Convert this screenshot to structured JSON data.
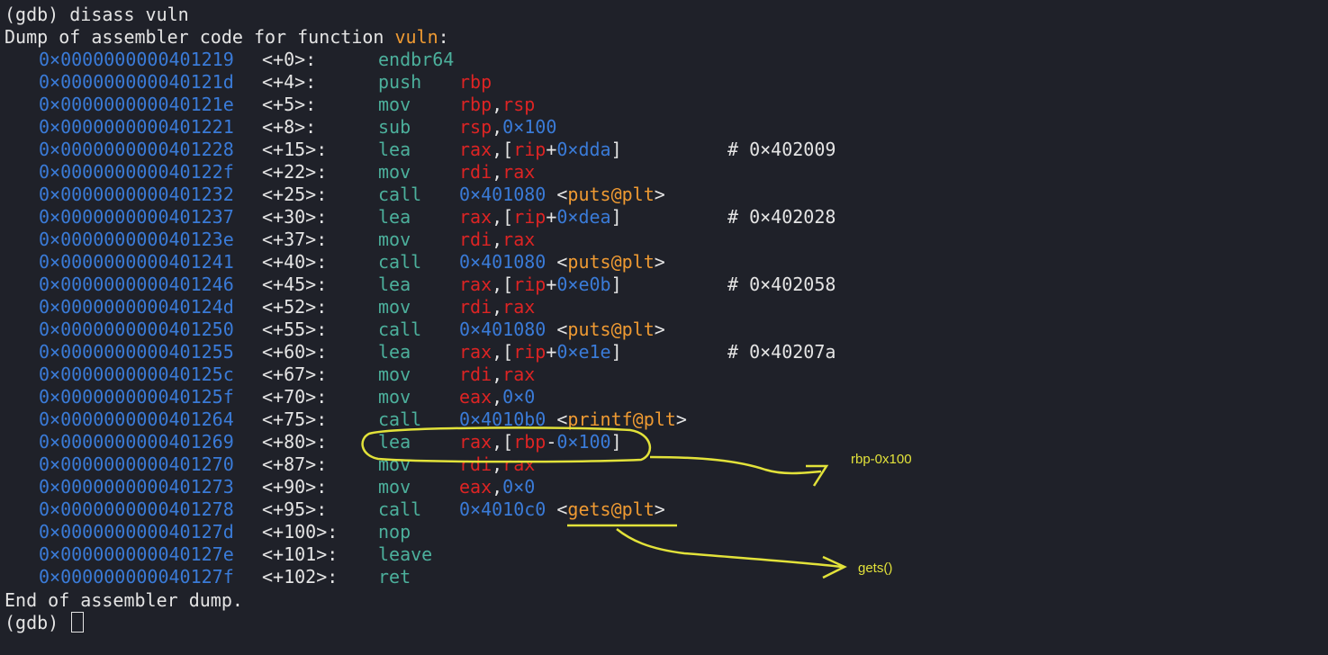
{
  "terminal": {
    "command_line": "(gdb) disass vuln",
    "dump_header_prefix": "Dump of assembler code for function ",
    "function_name": "vuln",
    "dump_header_suffix": ":",
    "rows": [
      {
        "addr": "0×0000000000401219",
        "off": "<+0>:",
        "mn": "endbr64",
        "ops": [],
        "cm": ""
      },
      {
        "addr": "0×000000000040121d",
        "off": "<+4>:",
        "mn": "push",
        "ops": [
          [
            "r",
            "rbp"
          ]
        ],
        "cm": ""
      },
      {
        "addr": "0×000000000040121e",
        "off": "<+5>:",
        "mn": "mov",
        "ops": [
          [
            "r",
            "rbp"
          ],
          [
            "w",
            ","
          ],
          [
            "r",
            "rsp"
          ]
        ],
        "cm": ""
      },
      {
        "addr": "0×0000000000401221",
        "off": "<+8>:",
        "mn": "sub",
        "ops": [
          [
            "r",
            "rsp"
          ],
          [
            "w",
            ","
          ],
          [
            "n",
            "0×100"
          ]
        ],
        "cm": ""
      },
      {
        "addr": "0×0000000000401228",
        "off": "<+15>:",
        "mn": "lea",
        "ops": [
          [
            "r",
            "rax"
          ],
          [
            "w",
            ",["
          ],
          [
            "r",
            "rip"
          ],
          [
            "w",
            "+"
          ],
          [
            "n",
            "0×dda"
          ],
          [
            "w",
            "]"
          ]
        ],
        "cm": "# 0×402009"
      },
      {
        "addr": "0×000000000040122f",
        "off": "<+22>:",
        "mn": "mov",
        "ops": [
          [
            "r",
            "rdi"
          ],
          [
            "w",
            ","
          ],
          [
            "r",
            "rax"
          ]
        ],
        "cm": ""
      },
      {
        "addr": "0×0000000000401232",
        "off": "<+25>:",
        "mn": "call",
        "ops": [
          [
            "n",
            "0×401080"
          ],
          [
            "w",
            " <"
          ],
          [
            "o",
            "puts@plt"
          ],
          [
            "w",
            ">"
          ]
        ],
        "cm": ""
      },
      {
        "addr": "0×0000000000401237",
        "off": "<+30>:",
        "mn": "lea",
        "ops": [
          [
            "r",
            "rax"
          ],
          [
            "w",
            ",["
          ],
          [
            "r",
            "rip"
          ],
          [
            "w",
            "+"
          ],
          [
            "n",
            "0×dea"
          ],
          [
            "w",
            "]"
          ]
        ],
        "cm": "# 0×402028"
      },
      {
        "addr": "0×000000000040123e",
        "off": "<+37>:",
        "mn": "mov",
        "ops": [
          [
            "r",
            "rdi"
          ],
          [
            "w",
            ","
          ],
          [
            "r",
            "rax"
          ]
        ],
        "cm": ""
      },
      {
        "addr": "0×0000000000401241",
        "off": "<+40>:",
        "mn": "call",
        "ops": [
          [
            "n",
            "0×401080"
          ],
          [
            "w",
            " <"
          ],
          [
            "o",
            "puts@plt"
          ],
          [
            "w",
            ">"
          ]
        ],
        "cm": ""
      },
      {
        "addr": "0×0000000000401246",
        "off": "<+45>:",
        "mn": "lea",
        "ops": [
          [
            "r",
            "rax"
          ],
          [
            "w",
            ",["
          ],
          [
            "r",
            "rip"
          ],
          [
            "w",
            "+"
          ],
          [
            "n",
            "0×e0b"
          ],
          [
            "w",
            "]"
          ]
        ],
        "cm": "# 0×402058"
      },
      {
        "addr": "0×000000000040124d",
        "off": "<+52>:",
        "mn": "mov",
        "ops": [
          [
            "r",
            "rdi"
          ],
          [
            "w",
            ","
          ],
          [
            "r",
            "rax"
          ]
        ],
        "cm": ""
      },
      {
        "addr": "0×0000000000401250",
        "off": "<+55>:",
        "mn": "call",
        "ops": [
          [
            "n",
            "0×401080"
          ],
          [
            "w",
            " <"
          ],
          [
            "o",
            "puts@plt"
          ],
          [
            "w",
            ">"
          ]
        ],
        "cm": ""
      },
      {
        "addr": "0×0000000000401255",
        "off": "<+60>:",
        "mn": "lea",
        "ops": [
          [
            "r",
            "rax"
          ],
          [
            "w",
            ",["
          ],
          [
            "r",
            "rip"
          ],
          [
            "w",
            "+"
          ],
          [
            "n",
            "0×e1e"
          ],
          [
            "w",
            "]"
          ]
        ],
        "cm": "# 0×40207a"
      },
      {
        "addr": "0×000000000040125c",
        "off": "<+67>:",
        "mn": "mov",
        "ops": [
          [
            "r",
            "rdi"
          ],
          [
            "w",
            ","
          ],
          [
            "r",
            "rax"
          ]
        ],
        "cm": ""
      },
      {
        "addr": "0×000000000040125f",
        "off": "<+70>:",
        "mn": "mov",
        "ops": [
          [
            "r",
            "eax"
          ],
          [
            "w",
            ","
          ],
          [
            "n",
            "0×0"
          ]
        ],
        "cm": ""
      },
      {
        "addr": "0×0000000000401264",
        "off": "<+75>:",
        "mn": "call",
        "ops": [
          [
            "n",
            "0×4010b0"
          ],
          [
            "w",
            " <"
          ],
          [
            "o",
            "printf@plt"
          ],
          [
            "w",
            ">"
          ]
        ],
        "cm": ""
      },
      {
        "addr": "0×0000000000401269",
        "off": "<+80>:",
        "mn": "lea",
        "ops": [
          [
            "r",
            "rax"
          ],
          [
            "w",
            ",["
          ],
          [
            "r",
            "rbp"
          ],
          [
            "w",
            "-"
          ],
          [
            "n",
            "0×100"
          ],
          [
            "w",
            "]"
          ]
        ],
        "cm": ""
      },
      {
        "addr": "0×0000000000401270",
        "off": "<+87>:",
        "mn": "mov",
        "ops": [
          [
            "r",
            "rdi"
          ],
          [
            "w",
            ","
          ],
          [
            "r",
            "rax"
          ]
        ],
        "cm": ""
      },
      {
        "addr": "0×0000000000401273",
        "off": "<+90>:",
        "mn": "mov",
        "ops": [
          [
            "r",
            "eax"
          ],
          [
            "w",
            ","
          ],
          [
            "n",
            "0×0"
          ]
        ],
        "cm": ""
      },
      {
        "addr": "0×0000000000401278",
        "off": "<+95>:",
        "mn": "call",
        "ops": [
          [
            "n",
            "0×4010c0"
          ],
          [
            "w",
            " <"
          ],
          [
            "o",
            "gets@plt"
          ],
          [
            "w",
            ">"
          ]
        ],
        "cm": ""
      },
      {
        "addr": "0×000000000040127d",
        "off": "<+100>:",
        "mn": "nop",
        "ops": [],
        "cm": ""
      },
      {
        "addr": "0×000000000040127e",
        "off": "<+101>:",
        "mn": "leave",
        "ops": [],
        "cm": ""
      },
      {
        "addr": "0×000000000040127f",
        "off": "<+102>:",
        "mn": "ret",
        "ops": [],
        "cm": ""
      }
    ],
    "dump_footer": "End of assembler dump.",
    "prompt": "(gdb) "
  },
  "annotations": {
    "stack_buffer_label": "rbp-0x100",
    "gets_label": "gets()",
    "color": "#e2e23a"
  }
}
